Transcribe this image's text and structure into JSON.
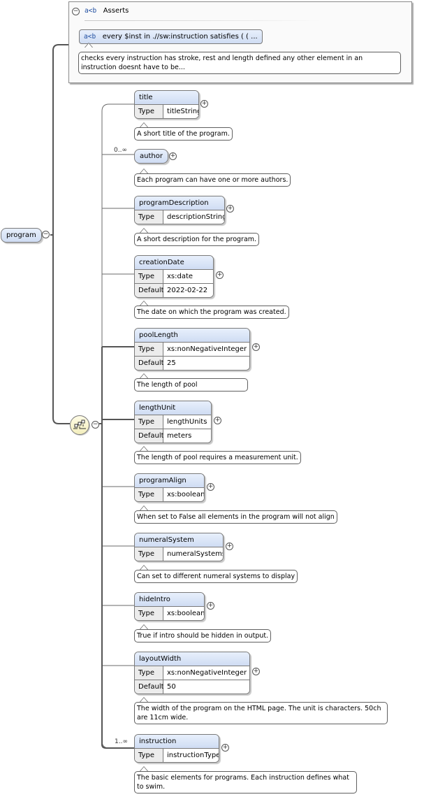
{
  "root": {
    "label": "program",
    "collapse_glyph": "−"
  },
  "asserts": {
    "header_tag": "a<b",
    "header_title": "Asserts",
    "collapse_glyph": "−",
    "assert_tag": "a<b",
    "assert_text": "every $inst in .//sw:instruction satisfies ( ( ...",
    "doc": "checks every instruction has stroke, rest and length defined any other element in an instruction doesnt have to be..."
  },
  "sequence": {
    "icon": "sequence-icon",
    "collapse_glyph": "−"
  },
  "elements": [
    {
      "name": "title",
      "rows": [
        {
          "k": "Type",
          "v": "titleString"
        }
      ],
      "doc": "A short title of the program.",
      "cardinality": "",
      "expand_glyph": "+"
    },
    {
      "name": "author",
      "rows": [],
      "doc": "Each program can have one or more authors.",
      "cardinality": "0..∞",
      "expand_glyph": "+"
    },
    {
      "name": "programDescription",
      "rows": [
        {
          "k": "Type",
          "v": "descriptionString"
        }
      ],
      "doc": "A short description for the program.",
      "cardinality": "",
      "expand_glyph": "+"
    },
    {
      "name": "creationDate",
      "rows": [
        {
          "k": "Type",
          "v": "xs:date"
        },
        {
          "k": "Default",
          "v": "2022-02-22"
        }
      ],
      "doc": "The date on which the program was created.",
      "cardinality": "",
      "expand_glyph": "+"
    },
    {
      "name": "poolLength",
      "rows": [
        {
          "k": "Type",
          "v": "xs:nonNegativeInteger"
        },
        {
          "k": "Default",
          "v": "25"
        }
      ],
      "doc": "The length of pool",
      "cardinality": "",
      "expand_glyph": "+"
    },
    {
      "name": "lengthUnit",
      "rows": [
        {
          "k": "Type",
          "v": "lengthUnits"
        },
        {
          "k": "Default",
          "v": "meters"
        }
      ],
      "doc": "The length of pool requires a measurement unit.",
      "cardinality": "",
      "expand_glyph": "+"
    },
    {
      "name": "programAlign",
      "rows": [
        {
          "k": "Type",
          "v": "xs:boolean"
        }
      ],
      "doc": "When set to False all elements in the program will not align",
      "cardinality": "",
      "expand_glyph": "+"
    },
    {
      "name": "numeralSystem",
      "rows": [
        {
          "k": "Type",
          "v": "numeralSystems"
        }
      ],
      "doc": "Can set to different numeral systems to display",
      "cardinality": "",
      "expand_glyph": "+"
    },
    {
      "name": "hideIntro",
      "rows": [
        {
          "k": "Type",
          "v": "xs:boolean"
        }
      ],
      "doc": "True if intro should be hidden in output.",
      "cardinality": "",
      "expand_glyph": "+"
    },
    {
      "name": "layoutWidth",
      "rows": [
        {
          "k": "Type",
          "v": "xs:nonNegativeInteger"
        },
        {
          "k": "Default",
          "v": "50"
        }
      ],
      "doc": "The width of the program on the HTML page. The unit is characters. 50ch are 11cm wide.",
      "cardinality": "",
      "expand_glyph": "+"
    },
    {
      "name": "instruction",
      "rows": [
        {
          "k": "Type",
          "v": "instructionType"
        }
      ],
      "doc": "The basic elements for programs. Each instruction defines what to swim.",
      "cardinality": "1..∞",
      "expand_glyph": "+"
    }
  ]
}
